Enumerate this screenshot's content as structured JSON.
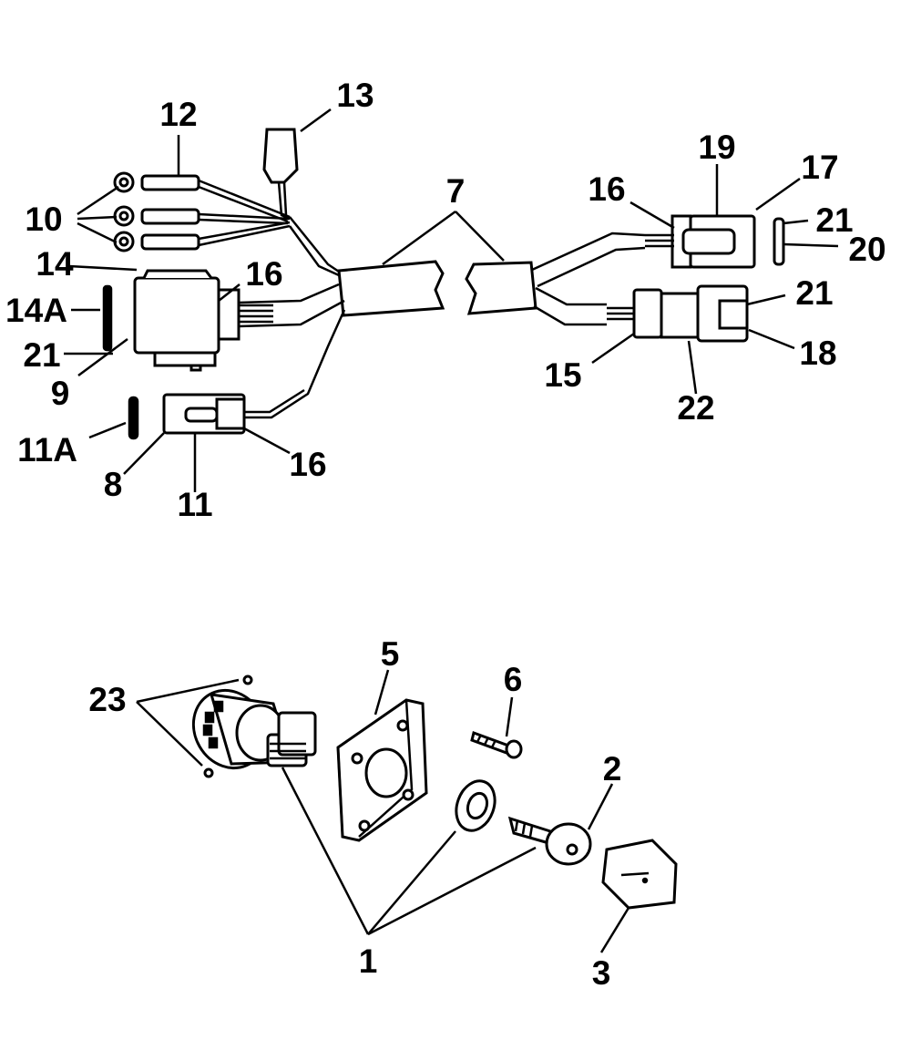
{
  "colors": {
    "ink": "#000000",
    "paper": "#ffffff"
  },
  "labels": {
    "l1": "1",
    "l2": "2",
    "l3": "3",
    "l5": "5",
    "l6": "6",
    "l7": "7",
    "l8": "8",
    "l9": "9",
    "l10": "10",
    "l11": "11",
    "l11a": "11A",
    "l12": "12",
    "l13": "13",
    "l14": "14",
    "l14a": "14A",
    "l15": "15",
    "l16a": "16",
    "l16b": "16",
    "l16c": "16",
    "l17": "17",
    "l18": "18",
    "l19": "19",
    "l20": "20",
    "l21a": "21",
    "l21b": "21",
    "l21c": "21",
    "l22": "22",
    "l23": "23"
  }
}
